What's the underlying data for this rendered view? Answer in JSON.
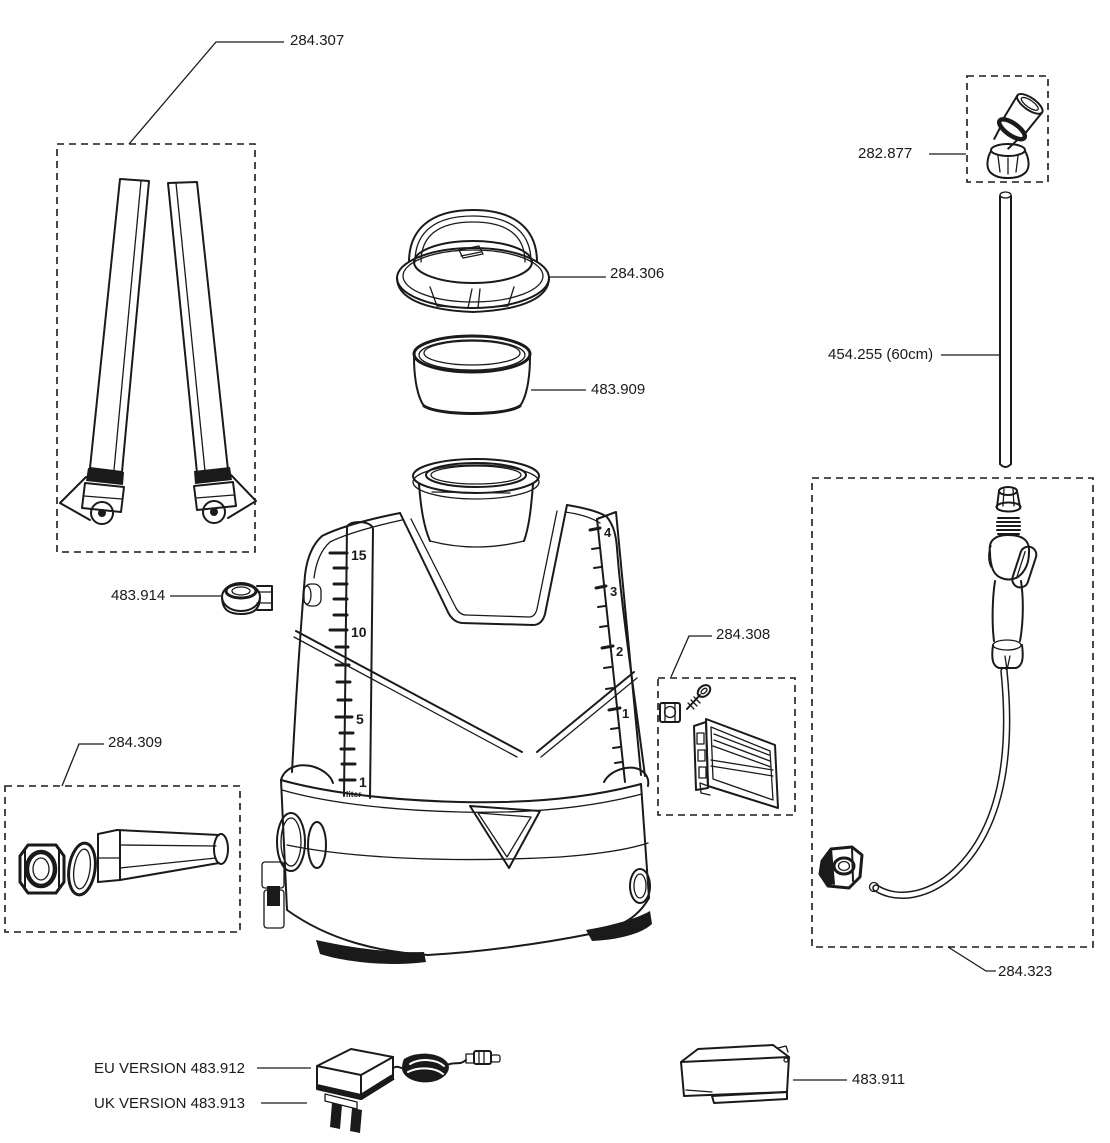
{
  "colors": {
    "background": "#ffffff",
    "line": "#1a1a1a"
  },
  "labels": {
    "straps": "284.307",
    "lid": "284.306",
    "filter_cup": "483.909",
    "nozzle": "282.877",
    "lance": "454.255 (60cm)",
    "hose_clip": "483.914",
    "tank_fitting": "284.309",
    "lance_holder": "284.308",
    "handle_hose": "284.323",
    "adapter_eu": "EU VERSION 483.912",
    "adapter_uk": "UK VERSION 483.913",
    "battery": "483.911"
  },
  "tank_scale": {
    "liter_marks": [
      "15",
      "10",
      "5",
      "1"
    ],
    "liter_unit": "liter",
    "gallon_marks": [
      "4",
      "3",
      "2",
      "1"
    ]
  }
}
